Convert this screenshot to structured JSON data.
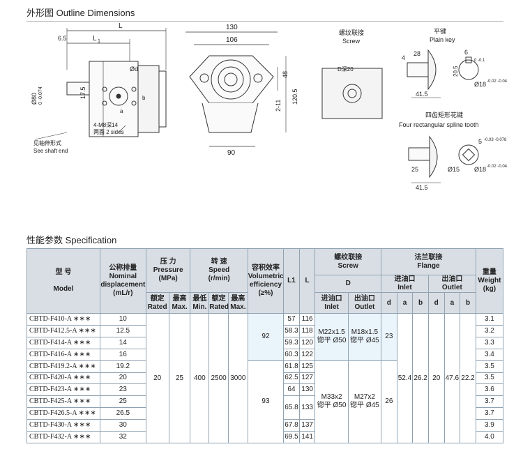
{
  "outline": {
    "title": "外形图   Outline Dimensions",
    "side_labels": {
      "L": "L",
      "L1": "L",
      "L1_sub": "1",
      "d65": "6.5",
      "shaft_dia": "Ø80",
      "shaft_tol": "0 -0.074",
      "d175": "17.5",
      "od": "Ød",
      "a": "a",
      "b": "b",
      "holes": "4-M8深14",
      "holes2": "两面 2 sides",
      "see_cn": "见轴伸形式",
      "see_en": "See shaft end"
    },
    "front_labels": {
      "w130": "130",
      "w106": "106",
      "h48": "48",
      "h211": "2-11",
      "h1205": "120.5",
      "w90": "90"
    },
    "screw_labels": {
      "cn": "螺纹联接",
      "en": "Screw",
      "d": "D深20"
    },
    "key_labels": {
      "cn": "平键",
      "en": "Plain key",
      "d4": "4",
      "d28": "28",
      "d6": "6",
      "d205": "20.5",
      "d415": "41.5",
      "d18": "Ø18",
      "tol": "-0.02 -0.04",
      "tol_b": "0 -0.1"
    },
    "spline_labels": {
      "cn": "四齿矩形花键",
      "en": "Four rectangular spline tooth",
      "d5": "5",
      "tol5": "-0.03 -0.078",
      "d25": "25",
      "d15": "Ø15",
      "d415": "41.5",
      "d18": "Ø18",
      "tol": "-0.02 -0.04"
    }
  },
  "spec": {
    "title": "性能参数   Specification",
    "headers": {
      "model": [
        "型    号",
        "Model"
      ],
      "displacement": [
        "公称排量",
        "Nominal",
        "displacement",
        "(mL/r)"
      ],
      "pressure": [
        "压  力",
        "Pressure",
        "(MPa)"
      ],
      "rated_p": [
        "额定",
        "Rated"
      ],
      "max_p": [
        "最高",
        "Max."
      ],
      "speed": [
        "转  速",
        "Speed",
        "(r/min)"
      ],
      "min_s": [
        "最低",
        "Min."
      ],
      "rated_s": [
        "额定",
        "Rated"
      ],
      "max_s": [
        "最高",
        "Max."
      ],
      "vol_eff": [
        "容积效率",
        "Volumetric",
        "efficiency",
        "(≥%)"
      ],
      "l1": "L1",
      "l": "L",
      "screw": [
        "螺纹联接",
        "Screw"
      ],
      "d": "D",
      "inlet": [
        "进油口",
        "Inlet"
      ],
      "outlet": [
        "出油口",
        "Outlet"
      ],
      "flange": [
        "法兰联接",
        "Flange"
      ],
      "f_inlet": [
        "进油口",
        "Inlet"
      ],
      "f_outlet": [
        "出油口",
        "Outlet"
      ],
      "sub": [
        "d",
        "a",
        "b",
        "d",
        "a",
        "b"
      ],
      "weight": [
        "重量",
        "Weight",
        "(kg)"
      ]
    },
    "rows": [
      {
        "model": "CBTD-F410-A ∗∗∗",
        "disp": "10",
        "l1": "57",
        "l": "116",
        "w": "3.1"
      },
      {
        "model": "CBTD-F412.5-A ∗∗∗",
        "disp": "12.5",
        "l1": "58.3",
        "l": "118",
        "w": "3.2"
      },
      {
        "model": "CBTD-F414-A ∗∗∗",
        "disp": "14",
        "l1": "59.3",
        "l": "120",
        "w": "3.3"
      },
      {
        "model": "CBTD-F416-A ∗∗∗",
        "disp": "16",
        "l1": "60.3",
        "l": "122",
        "w": "3.4"
      },
      {
        "model": "CBTD-F419.2-A ∗∗∗",
        "disp": "19.2",
        "l1": "61.8",
        "l": "125",
        "w": "3.5"
      },
      {
        "model": "CBTD-F420-A ∗∗∗",
        "disp": "20",
        "l1": "62.5",
        "l": "127",
        "w": "3.5"
      },
      {
        "model": "CBTD-F423-A ∗∗∗",
        "disp": "23",
        "l1": "64",
        "l": "130",
        "w": "3.6"
      },
      {
        "model": "CBTD-F425-A ∗∗∗",
        "disp": "25",
        "l1": "65.8",
        "l": "133",
        "w": "3.7"
      },
      {
        "model": "CBTD-F426.5-A ∗∗∗",
        "disp": "26.5",
        "l1": "",
        "l": "",
        "w": "3.7"
      },
      {
        "model": "CBTD-F430-A ∗∗∗",
        "disp": "30",
        "l1": "67.8",
        "l": "137",
        "w": "3.9"
      },
      {
        "model": "CBTD-F432-A ∗∗∗",
        "disp": "32",
        "l1": "69.5",
        "l": "141",
        "w": "4.0"
      }
    ],
    "merged": {
      "rated_p": "20",
      "max_p": "25",
      "min_s": "400",
      "rated_s": "2500",
      "max_s": "3000",
      "eff_top": "92",
      "eff_bot": "93",
      "screw_in_top": [
        "M22x1.5",
        "锪平 Ø50"
      ],
      "screw_out_top": [
        "M18x1.5",
        "锪平 Ø45"
      ],
      "screw_in_bot": [
        "M33x2",
        "锪平 Ø50"
      ],
      "screw_out_bot": [
        "M27x2",
        "锪平 Ø45"
      ],
      "f_in_d_top": "23",
      "f_in_d_bot": "26",
      "f_in_a": "52.4",
      "f_in_b": "26.2",
      "f_out_d": "20",
      "f_out_a": "47.6",
      "f_out_b": "22.2"
    }
  }
}
